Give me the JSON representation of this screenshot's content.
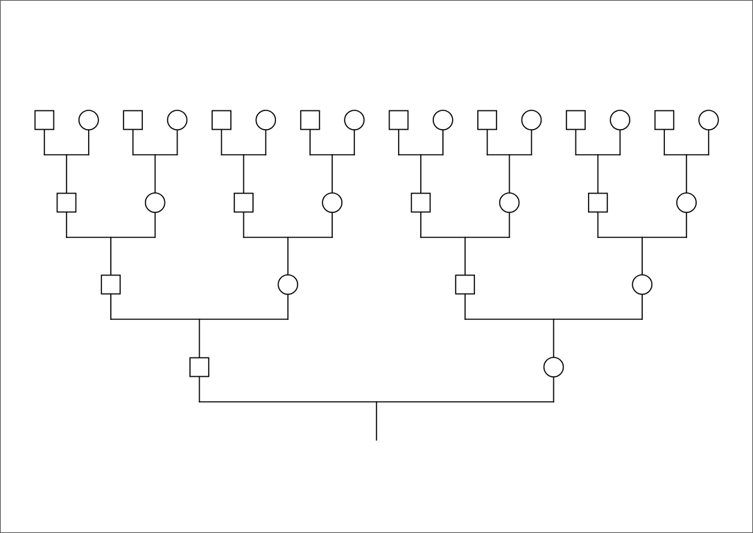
{
  "diagram": {
    "type": "pedigree-chart",
    "colors": {
      "background": "#ffffff",
      "line": "#000000",
      "border": "#555555"
    },
    "root_line": true,
    "generations": [
      {
        "level": 1,
        "persons": [
          {
            "id": "p1",
            "sex": "male"
          },
          {
            "id": "p2",
            "sex": "female"
          }
        ]
      },
      {
        "level": 2,
        "persons": [
          {
            "id": "p3",
            "sex": "male"
          },
          {
            "id": "p4",
            "sex": "female"
          },
          {
            "id": "p5",
            "sex": "male"
          },
          {
            "id": "p6",
            "sex": "female"
          }
        ]
      },
      {
        "level": 3,
        "persons": [
          {
            "id": "p7",
            "sex": "male"
          },
          {
            "id": "p8",
            "sex": "female"
          },
          {
            "id": "p9",
            "sex": "male"
          },
          {
            "id": "p10",
            "sex": "female"
          },
          {
            "id": "p11",
            "sex": "male"
          },
          {
            "id": "p12",
            "sex": "female"
          },
          {
            "id": "p13",
            "sex": "male"
          },
          {
            "id": "p14",
            "sex": "female"
          }
        ]
      },
      {
        "level": 4,
        "persons": [
          {
            "id": "p15",
            "sex": "male"
          },
          {
            "id": "p16",
            "sex": "female"
          },
          {
            "id": "p17",
            "sex": "male"
          },
          {
            "id": "p18",
            "sex": "female"
          },
          {
            "id": "p19",
            "sex": "male"
          },
          {
            "id": "p20",
            "sex": "female"
          },
          {
            "id": "p21",
            "sex": "male"
          },
          {
            "id": "p22",
            "sex": "female"
          },
          {
            "id": "p23",
            "sex": "male"
          },
          {
            "id": "p24",
            "sex": "female"
          },
          {
            "id": "p25",
            "sex": "male"
          },
          {
            "id": "p26",
            "sex": "female"
          },
          {
            "id": "p27",
            "sex": "male"
          },
          {
            "id": "p28",
            "sex": "female"
          },
          {
            "id": "p29",
            "sex": "male"
          },
          {
            "id": "p30",
            "sex": "female"
          }
        ]
      }
    ]
  }
}
